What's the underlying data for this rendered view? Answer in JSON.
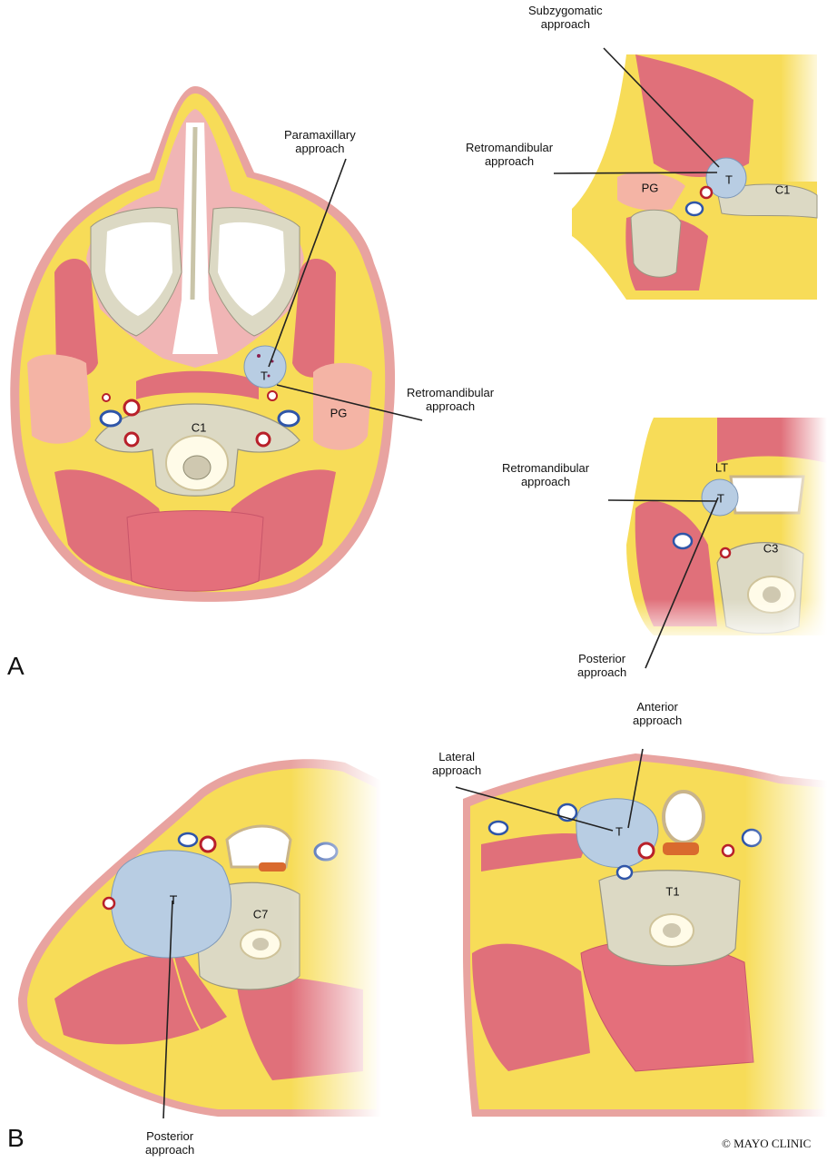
{
  "panels": {
    "a": "A",
    "b": "B"
  },
  "approaches": {
    "paramaxillary": {
      "line1": "Paramaxillary",
      "line2": "approach"
    },
    "retromandibular_a": {
      "line1": "Retromandibular",
      "line2": "approach"
    },
    "subzygomatic": {
      "line1": "Subzygomatic",
      "line2": "approach"
    },
    "retromandibular_tr": {
      "line1": "Retromandibular",
      "line2": "approach"
    },
    "retromandibular_mr": {
      "line1": "Retromandibular",
      "line2": "approach"
    },
    "posterior_mr": {
      "line1": "Posterior",
      "line2": "approach"
    },
    "anterior_br": {
      "line1": "Anterior",
      "line2": "approach"
    },
    "lateral_br": {
      "line1": "Lateral",
      "line2": "approach"
    },
    "posterior_bl": {
      "line1": "Posterior",
      "line2": "approach"
    }
  },
  "structures": {
    "tumor": "T",
    "parotid": "PG",
    "c1": "C1",
    "c3": "C3",
    "c7": "C7",
    "t1": "T1",
    "lt": "LT"
  },
  "copyright": "© MAYO CLINIC",
  "colors": {
    "fat": "#f7dc58",
    "skin": "#e8a3a0",
    "muscle": "#e0707a",
    "bone": "#dcd9c4",
    "tumor": "#b8cde3",
    "gland": "#f4b4a5",
    "artery": "#b8202a",
    "vein": "#2f55a8"
  }
}
